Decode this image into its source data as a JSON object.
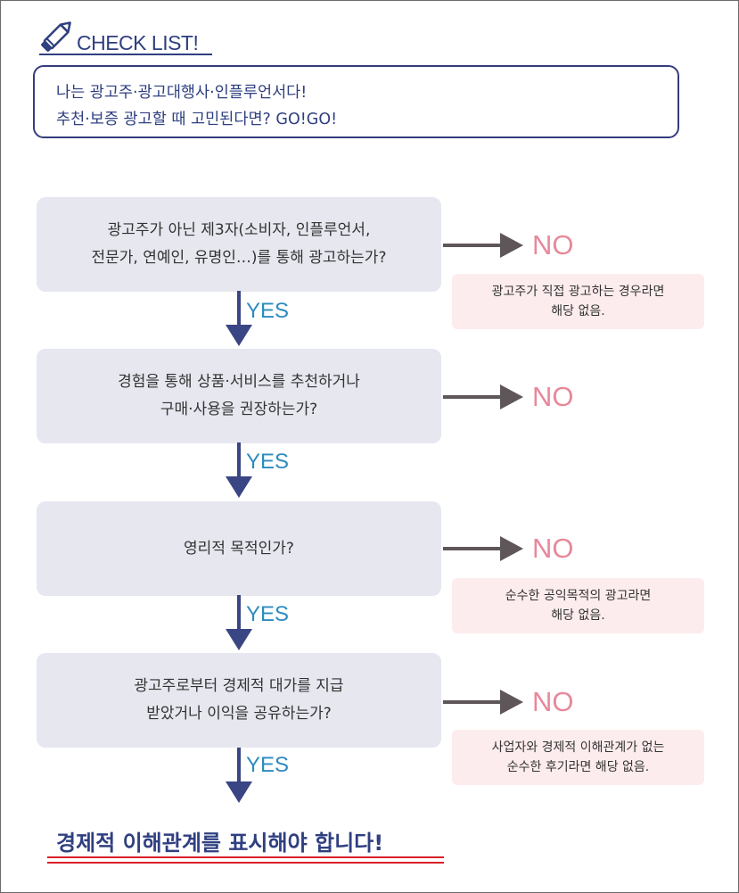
{
  "header": {
    "title": "CHECK LIST!",
    "icon": "pencil-icon"
  },
  "intro": {
    "line1": "나는 광고주·광고대행사·인플루언서다!",
    "line2": "추천·보증 광고할 때 고민된다면? GO!GO!"
  },
  "steps": [
    {
      "question": [
        "광고주가 아닌 제3자(소비자, 인플루언서,",
        "전문가, 연예인, 유명인…)를 통해 광고하는가?"
      ],
      "no_label": "NO",
      "note": [
        "광고주가 직접 광고하는 경우라면",
        "해당 없음."
      ],
      "yes_label": "YES"
    },
    {
      "question": [
        "경험을 통해 상품·서비스를 추천하거나",
        "구매·사용을 권장하는가?"
      ],
      "no_label": "NO",
      "note": [],
      "yes_label": "YES"
    },
    {
      "question": [
        "영리적 목적인가?"
      ],
      "no_label": "NO",
      "note": [
        "순수한 공익목적의 광고라면",
        "해당 없음."
      ],
      "yes_label": "YES"
    },
    {
      "question": [
        "광고주로부터 경제적 대가를 지급",
        "받았거나 이익을 공유하는가?"
      ],
      "no_label": "NO",
      "note": [
        "사업자와 경제적 이해관계가 없는",
        "순수한 후기라면 해당 없음."
      ],
      "yes_label": "YES"
    }
  ],
  "conclusion": "경제적 이해관계를 표시해야 합니다!",
  "colors": {
    "navy": "#2f3f80",
    "question_bg": "#e6e7ef",
    "no_text": "#e8889a",
    "note_bg": "#fdeced",
    "yes_text": "#2c8bbf",
    "yes_arrow": "#3a4584",
    "no_arrow": "#5e5658",
    "underline": "#d8202a"
  }
}
